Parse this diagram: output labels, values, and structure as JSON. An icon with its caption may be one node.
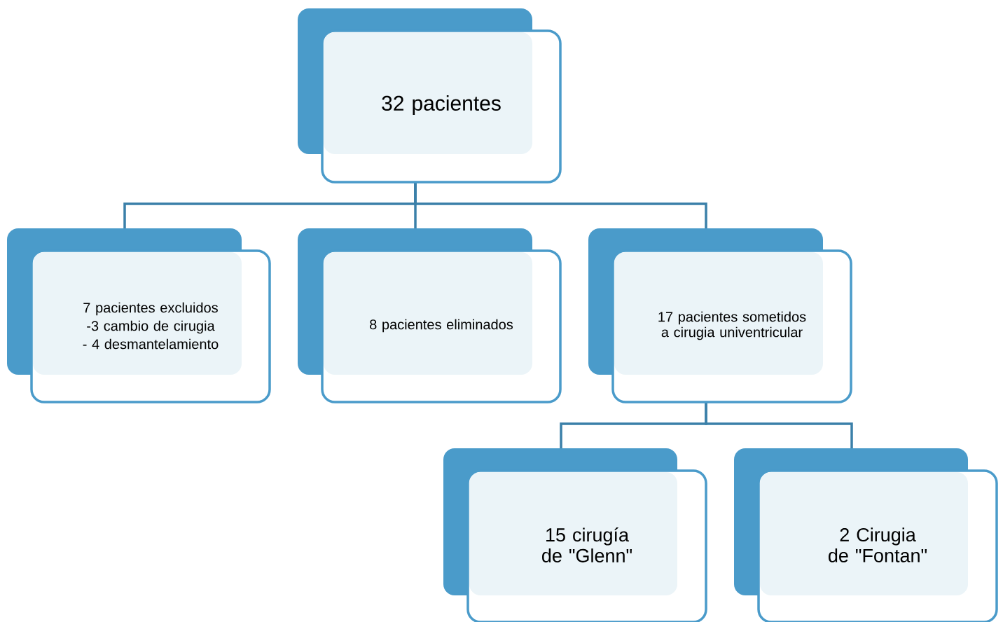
{
  "diagram": {
    "nodes": [
      {
        "text": [
          "32 pacientes"
        ]
      },
      {
        "text": [
          "7 pacientes excluidos",
          "-3 cambio de cirugia",
          "- 4 desmantelamiento"
        ]
      },
      {
        "text": [
          "8 pacientes eliminados"
        ]
      },
      {
        "text": [
          "17 pacientes sometidos a cirugia univentricular"
        ]
      },
      {
        "text": [
          "15 cirugía de \"Glenn\""
        ]
      },
      {
        "text": [
          "2 Cirugia de \"Fontan\""
        ]
      }
    ],
    "edges": [
      {
        "from": 0,
        "to": 1,
        "arrow": "none"
      },
      {
        "from": 0,
        "to": 2,
        "arrow": "none"
      },
      {
        "from": 0,
        "to": 3,
        "arrow": "none"
      },
      {
        "from": 3,
        "to": 4,
        "arrow": "none"
      },
      {
        "from": 3,
        "to": 5,
        "arrow": "none"
      }
    ]
  }
}
